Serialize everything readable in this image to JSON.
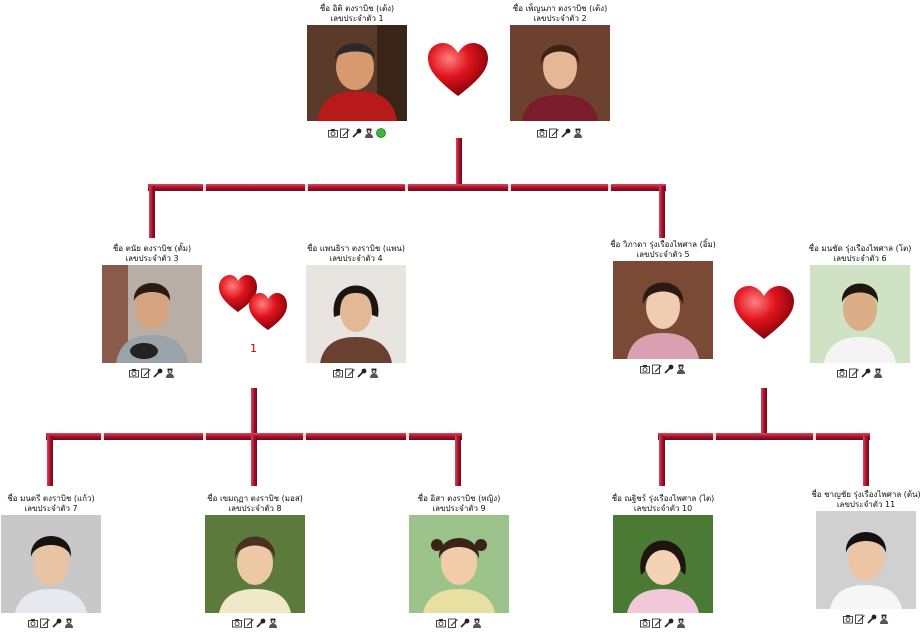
{
  "people": [
    {
      "name": "ชื่อ อิติ ตงราบิช (เต้ง)",
      "id": "เลขประจำตัว 1",
      "icons": [
        "camera-icon",
        "edit-icon",
        "microphone-icon",
        "person-icon",
        "online-dot-icon"
      ]
    },
    {
      "name": "ชื่อ เพ็ญนภา ตงราบิช (เต้ง)",
      "id": "เลขประจำตัว 2",
      "icons": [
        "camera-icon",
        "edit-icon",
        "microphone-icon",
        "person-icon"
      ]
    },
    {
      "name": "ชื่อ ตนัย ตงราบิช (ตั้ม)",
      "id": "เลขประจำตัว 3",
      "icons": [
        "camera-icon",
        "edit-icon",
        "microphone-icon",
        "person-icon"
      ]
    },
    {
      "name": "ชื่อ แพนธิรา ตงราบิช (แพน)",
      "id": "เลขประจำตัว 4",
      "icons": [
        "camera-icon",
        "edit-icon",
        "microphone-icon",
        "person-icon"
      ]
    },
    {
      "name": "ชื่อ วิภาดา รุ่งเรืองไพศาล (อิ้ม)",
      "id": "เลขประจำตัว 5",
      "icons": [
        "camera-icon",
        "edit-icon",
        "microphone-icon",
        "person-icon"
      ]
    },
    {
      "name": "ชื่อ มนชัด รุ่งเรืองไพศาล (โต)",
      "id": "เลขประจำตัว 6",
      "icons": [
        "camera-icon",
        "edit-icon",
        "microphone-icon",
        "person-icon"
      ]
    },
    {
      "name": "ชื่อ มนตรี ตงราบิช (แก้ว)",
      "id": "เลขประจำตัว 7",
      "icons": [
        "camera-icon",
        "edit-icon",
        "microphone-icon",
        "person-icon"
      ]
    },
    {
      "name": "ชื่อ เขมฤฏา ตงราบิช (มอส)",
      "id": "เลขประจำตัว 8",
      "icons": [
        "camera-icon",
        "edit-icon",
        "microphone-icon",
        "person-icon"
      ]
    },
    {
      "name": "ชื่อ อิสา ตงราบิช (หญิง)",
      "id": "เลขประจำตัว 9",
      "icons": [
        "camera-icon",
        "edit-icon",
        "microphone-icon",
        "person-icon"
      ]
    },
    {
      "name": "ชื่อ ณฐิชร์ รุ่งเรืองไพศาล (ไต)",
      "id": "เลขประจำตัว 10",
      "icons": [
        "camera-icon",
        "edit-icon",
        "microphone-icon",
        "person-icon"
      ]
    },
    {
      "name": "ชื่อ ชาญชัย รุ่งเรืองไพศาล (ต้น)",
      "id": "เลขประจำตัว 11",
      "icons": [
        "camera-icon",
        "edit-icon",
        "microphone-icon",
        "person-icon"
      ]
    }
  ],
  "marriage_count": "1",
  "colors": {
    "heart": "#e0141e",
    "line": "#a0102a",
    "count": "#cc0000"
  }
}
